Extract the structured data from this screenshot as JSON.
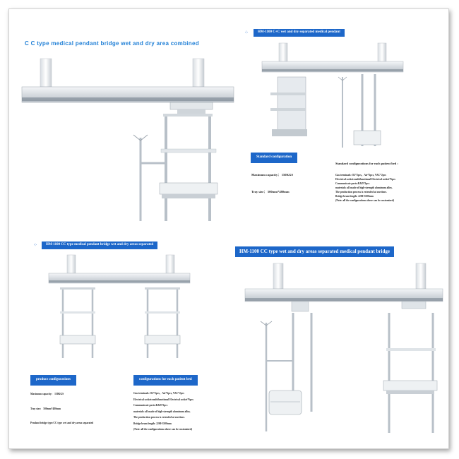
{
  "panel1": {
    "title": "C C type medical pendant bridge wet and dry area combined"
  },
  "panel2": {
    "badge": "HM-1100 C+C wet and dry separated medical pendant",
    "standard_label": "Standard configuration",
    "capacity": "Maximum capacity： 150KGS",
    "tray_size": "Tray size： 500mm*480mm",
    "per_bed_title": "Standard configurations for each patient bed :",
    "per_bed_lines": [
      "Gas terminals: O2*2pcs，Air*2pcs, VAC*2pcs",
      "Electrical socket:multifunctional Electrical socket*6pcs",
      "Communicate ports:RJ45*2pcs",
      "materials: all made of high-strength aluminum alloy.",
      "The production process is extruded at one time.",
      "Bridge beam length: 2200-3500mm",
      "(Note: all the configurations above can be customized)"
    ]
  },
  "panel3": {
    "badge": "HM-1100 CC type medical pendant bridge wet and dry areas separated",
    "product_label": "product configurations",
    "per_bed_label": "configurations for each patient bed",
    "capacity": "Maximum capacity： 150KGS",
    "tray_size": "Tray size： 500mm*480mm",
    "bridge_type": "Pendant bridge type:CC type wet and dry areas separated",
    "per_bed_lines": [
      "Gas terminals: O2*2pcs，Air*2pcs, VAC*2pcs",
      "Electrical socket:multifunctional Electrical socket*6pcs",
      "Communicate ports:RJ45*2pcs",
      "materials: all made of high-strength aluminum alloy.",
      "The production process is extruded at one time.",
      "Bridge beam length: 2200-3500mm",
      "(Note: all the configurations above can be customized)"
    ]
  },
  "panel4": {
    "badge": "HM-1100 CC type wet and dry areas separated medical pendant bridge"
  },
  "colors": {
    "accent_blue": "#1d67c9",
    "heading_blue": "#1f7fd6"
  }
}
